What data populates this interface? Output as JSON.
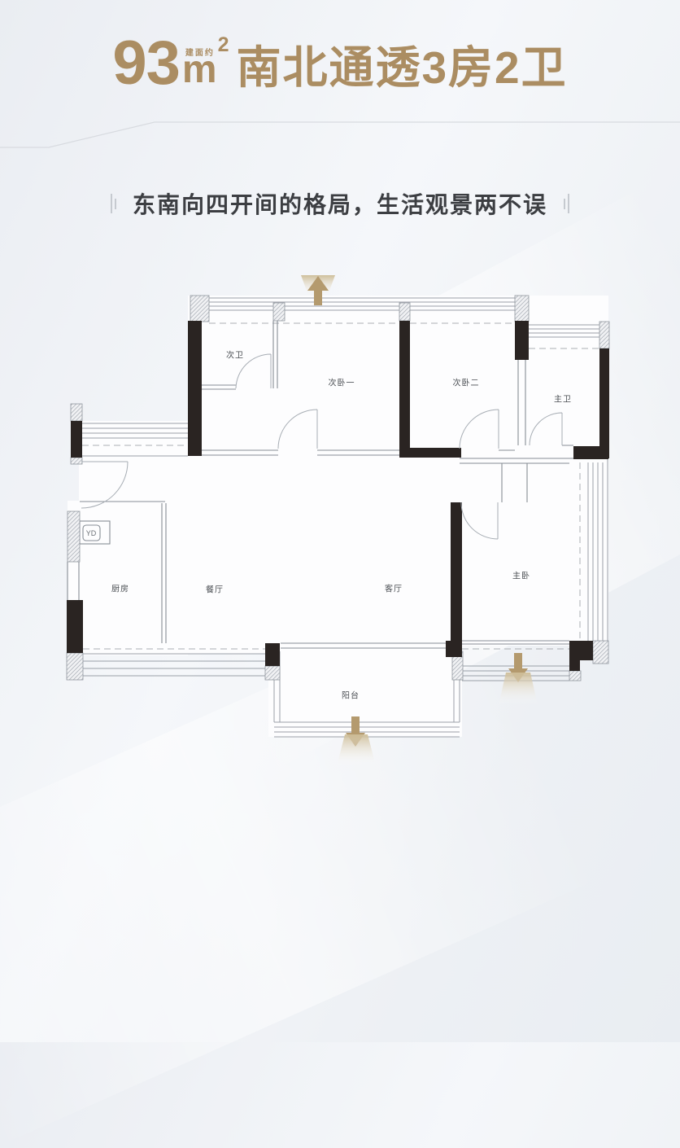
{
  "header": {
    "area_value": "93",
    "area_prefix": "建面约",
    "area_unit": "m",
    "area_sup": "2",
    "title_rest": "南北通透3房2卫",
    "accent_color": "#ab8d62"
  },
  "subtitle": {
    "text": "东南向四开间的格局，生活观景两不误"
  },
  "floorplan": {
    "rooms": [
      {
        "name": "次卫"
      },
      {
        "name": "次卧一"
      },
      {
        "name": "次卧二"
      },
      {
        "name": "主卫"
      },
      {
        "name": "厨房"
      },
      {
        "name": "餐厅"
      },
      {
        "name": "客厅"
      },
      {
        "name": "主卧"
      },
      {
        "name": "阳台"
      }
    ],
    "duct_label": "YD",
    "arrows": [
      {
        "name": "north-entry-arrow",
        "direction": "up"
      },
      {
        "name": "master-window-arrow",
        "direction": "down"
      },
      {
        "name": "balcony-window-arrow",
        "direction": "down"
      }
    ],
    "colors": {
      "wall": "#2a2422",
      "line": "#9aa0a8",
      "arrow": "#b49a6e",
      "accent": "#ab8d62"
    }
  }
}
